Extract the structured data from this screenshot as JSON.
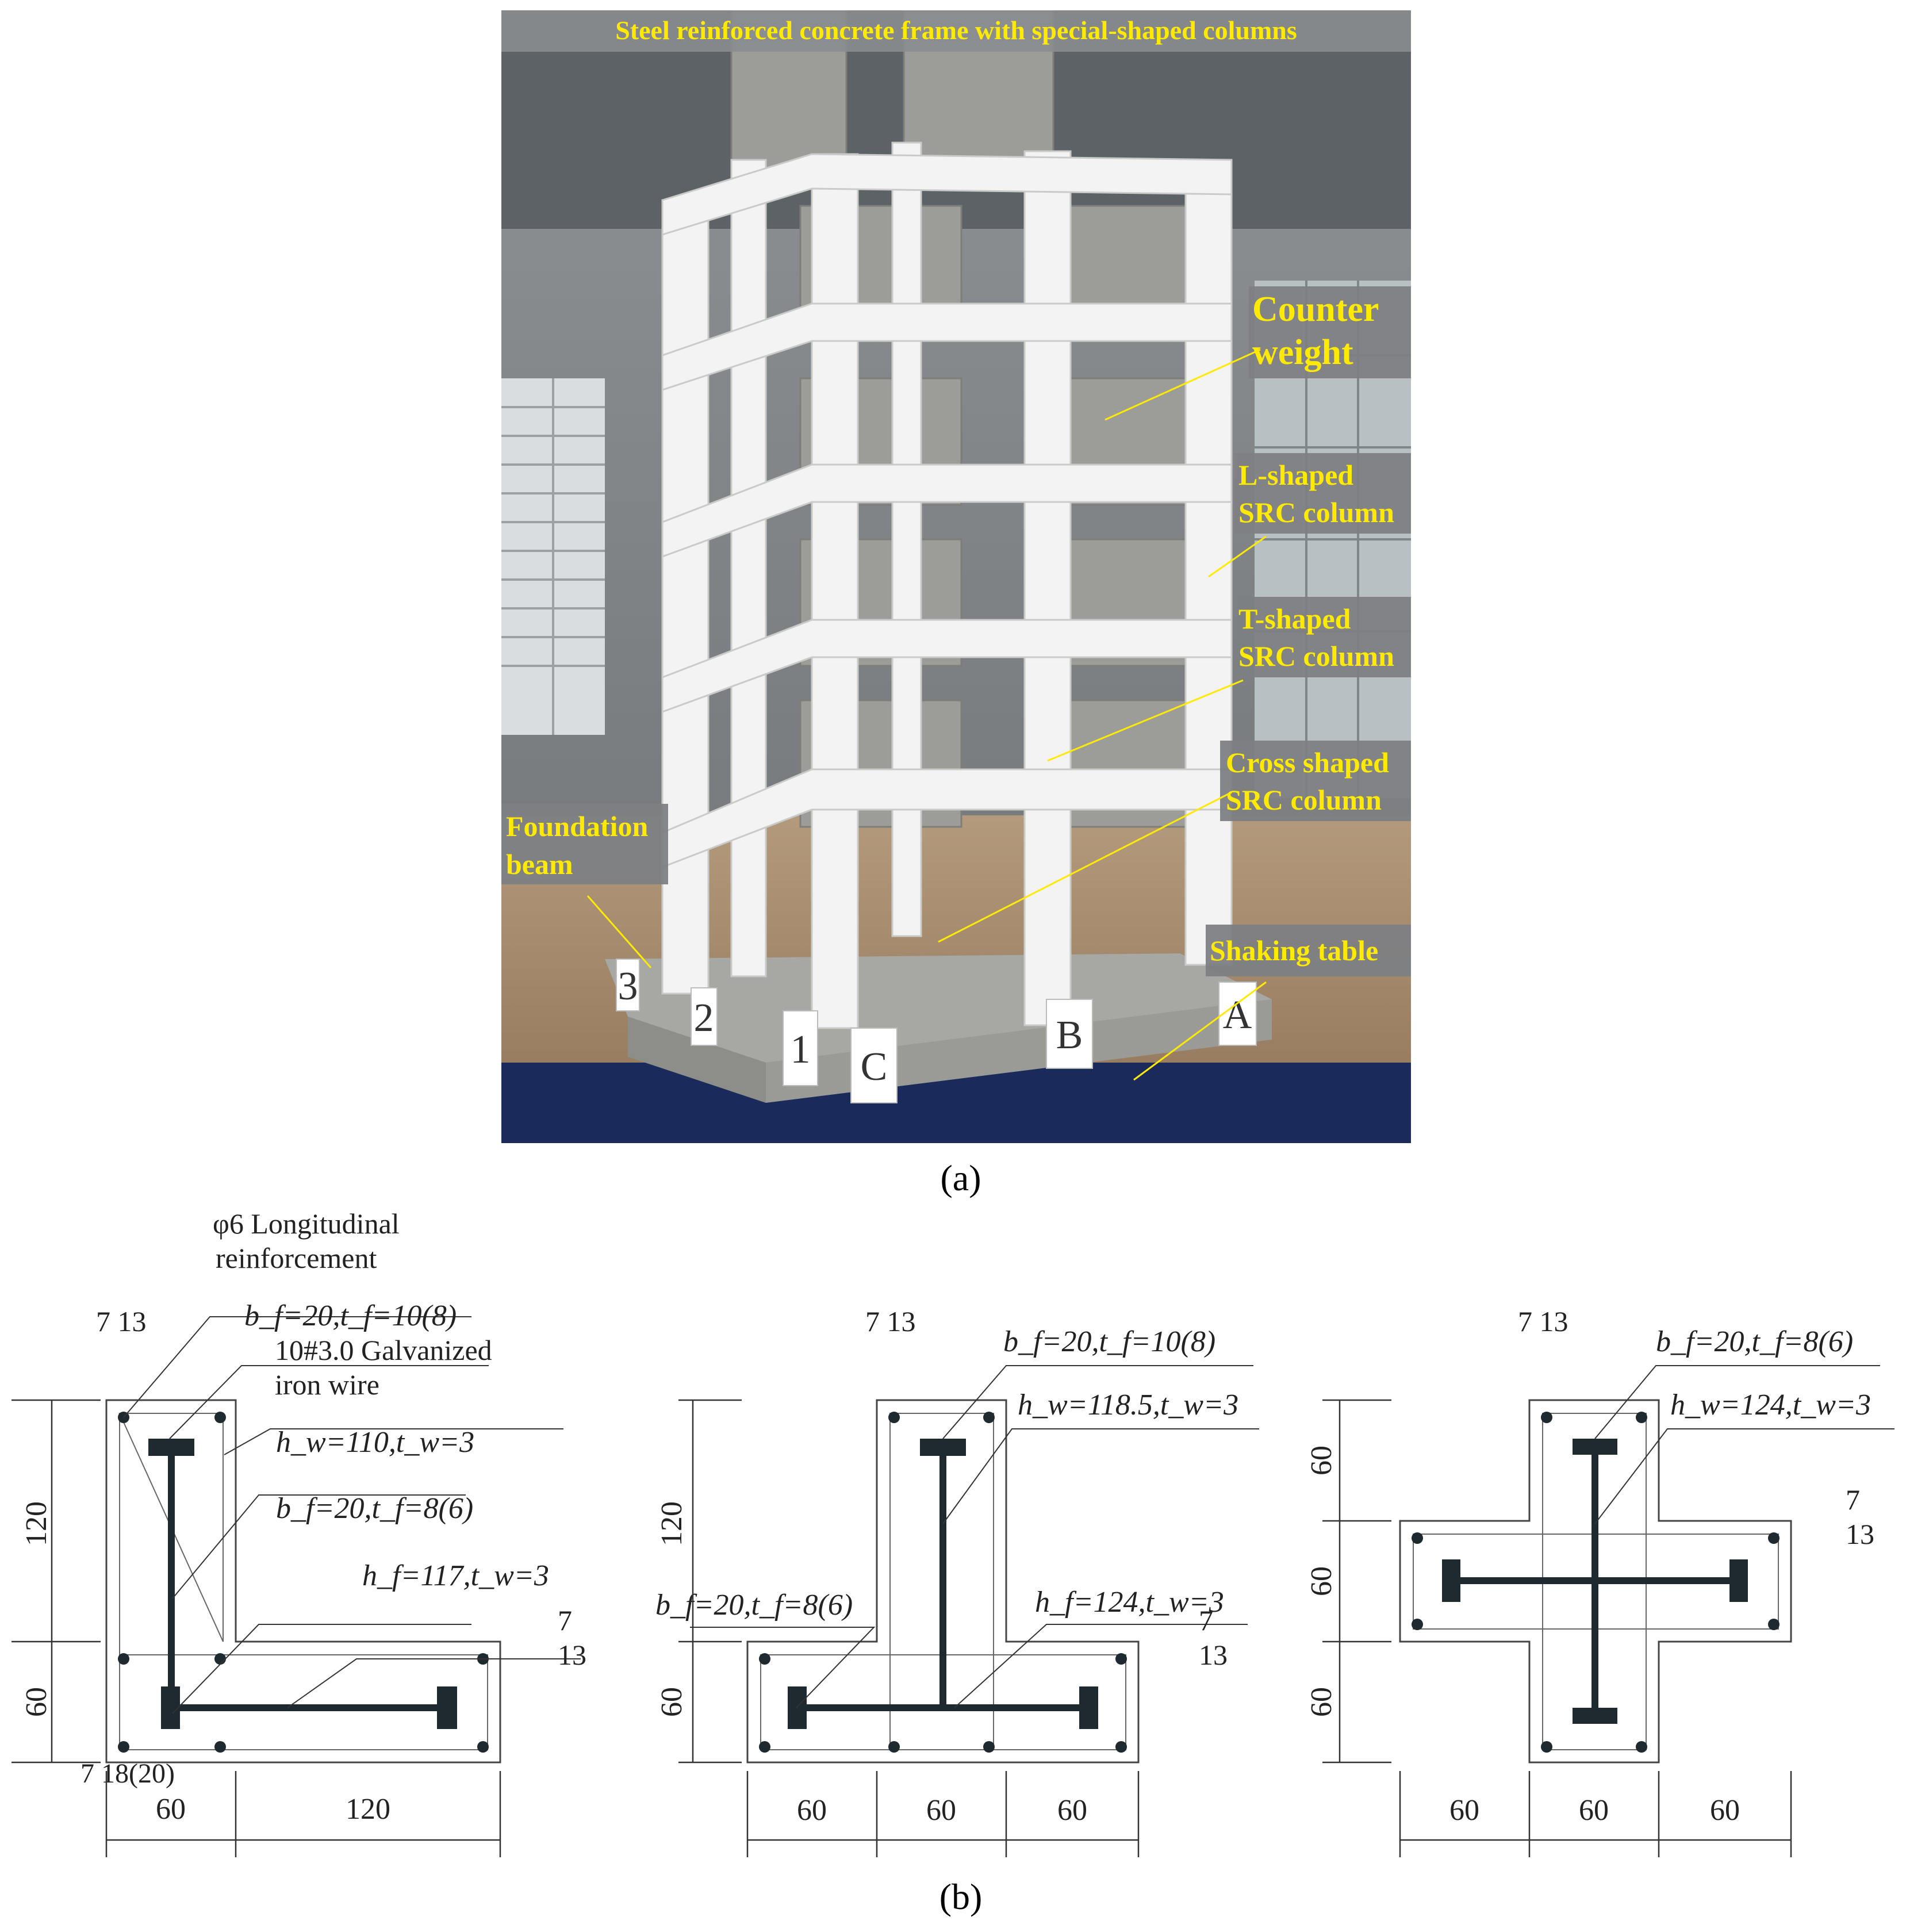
{
  "photo": {
    "title": "Steel reinforced concrete frame with special-shaped columns",
    "labels": {
      "counter_weight": [
        "Counter",
        "weight"
      ],
      "l_shaped": [
        "L-shaped",
        "SRC column"
      ],
      "t_shaped": [
        "T-shaped",
        "SRC column"
      ],
      "cross_shaped": [
        "Cross shaped",
        "SRC column"
      ],
      "foundation_beam": [
        "Foundation",
        "beam"
      ],
      "shaking_table": [
        "Shaking table"
      ]
    },
    "axis_marks": [
      "3",
      "2",
      "1",
      "C",
      "B",
      "A"
    ]
  },
  "caption_a": "(a)",
  "caption_b": "(b)",
  "l_section": {
    "rebar_label": [
      "φ6 Longitudinal",
      "reinforcement"
    ],
    "top_spacing": "7 13",
    "flange_top": "b_f=20,t_f=10(8)",
    "wire_label": [
      "10#3.0 Galvanized",
      "iron wire"
    ],
    "web_vert": "h_w=110,t_w=3",
    "flange_bottom": "b_f=20,t_f=8(6)",
    "web_horiz": "h_f=117,t_w=3",
    "right_spacing": [
      "7",
      "13"
    ],
    "bottom_spacing": "7  18(20)",
    "dim_left": [
      "120",
      "60"
    ],
    "dim_bottom": [
      "60",
      "120"
    ]
  },
  "t_section": {
    "top_spacing": "7 13",
    "flange_top": "b_f=20,t_f=10(8)",
    "web_vert": "h_w=118.5,t_w=3",
    "flange_left": "b_f=20,t_f=8(6)",
    "web_horiz": "h_f=124,t_w=3",
    "right_spacing": [
      "7",
      "13"
    ],
    "dim_left": [
      "120",
      "60"
    ],
    "dim_bottom": [
      "60",
      "60",
      "60"
    ]
  },
  "cross_section": {
    "top_spacing": "7 13",
    "flange_top": "b_f=20,t_f=8(6)",
    "web": "h_w=124,t_w=3",
    "right_spacing": [
      "7",
      "13"
    ],
    "dim_left": [
      "60",
      "60",
      "60"
    ],
    "dim_bottom": [
      "60",
      "60",
      "60"
    ]
  }
}
